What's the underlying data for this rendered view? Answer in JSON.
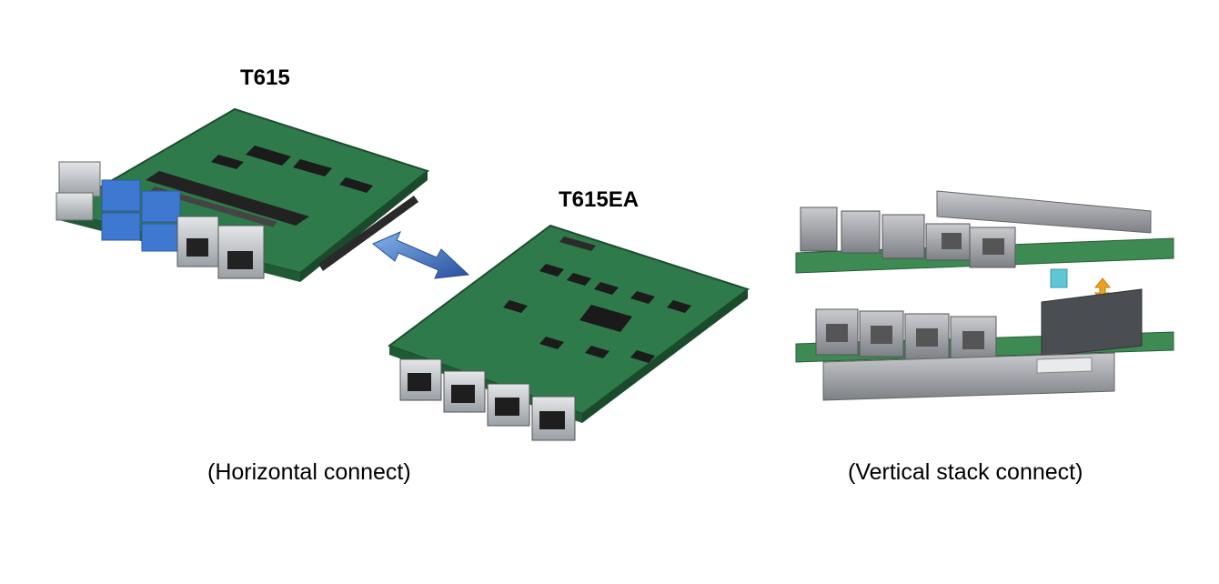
{
  "labels": {
    "board_a": "T615",
    "board_b": "T615EA"
  },
  "captions": {
    "horizontal": "(Horizontal connect)",
    "vertical": "(Vertical stack connect)"
  },
  "colors": {
    "pcb_green": "#2f7a4a",
    "pcb_dark": "#1f5a35",
    "arrow_blue": "#3b6fb6",
    "arrow_orange": "#f0a020",
    "connector_gray": "#8a8f95"
  }
}
